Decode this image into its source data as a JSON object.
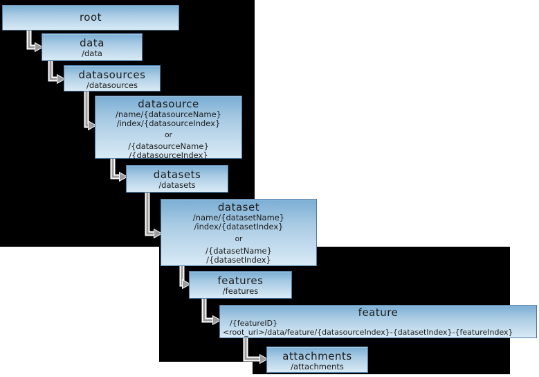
{
  "diagram": {
    "description": "REST resource hierarchy tree",
    "colors": {
      "background": "#ffffff",
      "black_region": "#000000",
      "box_gradient_top": "#7aaed4",
      "box_gradient_bottom": "#d9eaf5",
      "box_border": "#4e7ca4",
      "arrow": "#9b9b9b",
      "arrow_casing": "#ffffff",
      "text": "#1b1b1b"
    }
  },
  "boxes": {
    "root": {
      "title": "root",
      "lines": []
    },
    "data": {
      "title": "data",
      "lines": [
        "/data"
      ]
    },
    "datasources": {
      "title": "datasources",
      "lines": [
        "/datasources"
      ]
    },
    "datasource": {
      "title": "datasource",
      "lines": [
        "/name/{datasourceName}",
        "/index/{datasourceIndex}",
        "or",
        "/{datasourceName}",
        "/{datasourceIndex}"
      ]
    },
    "datasets": {
      "title": "datasets",
      "lines": [
        "/datasets"
      ]
    },
    "dataset": {
      "title": "dataset",
      "lines": [
        "/name/{datasetName}",
        "/index/{datasetIndex}",
        "or",
        "/{datasetName}",
        "/{datasetIndex}"
      ]
    },
    "features": {
      "title": "features",
      "lines": [
        "/features"
      ]
    },
    "feature": {
      "title": "feature",
      "lines": [
        "/{featureID}",
        "<root_uri>/data/feature/{datasourceIndex}-{datasetIndex}-{featureIndex}"
      ]
    },
    "attachments": {
      "title": "attachments",
      "lines": [
        "/attachments"
      ]
    }
  }
}
